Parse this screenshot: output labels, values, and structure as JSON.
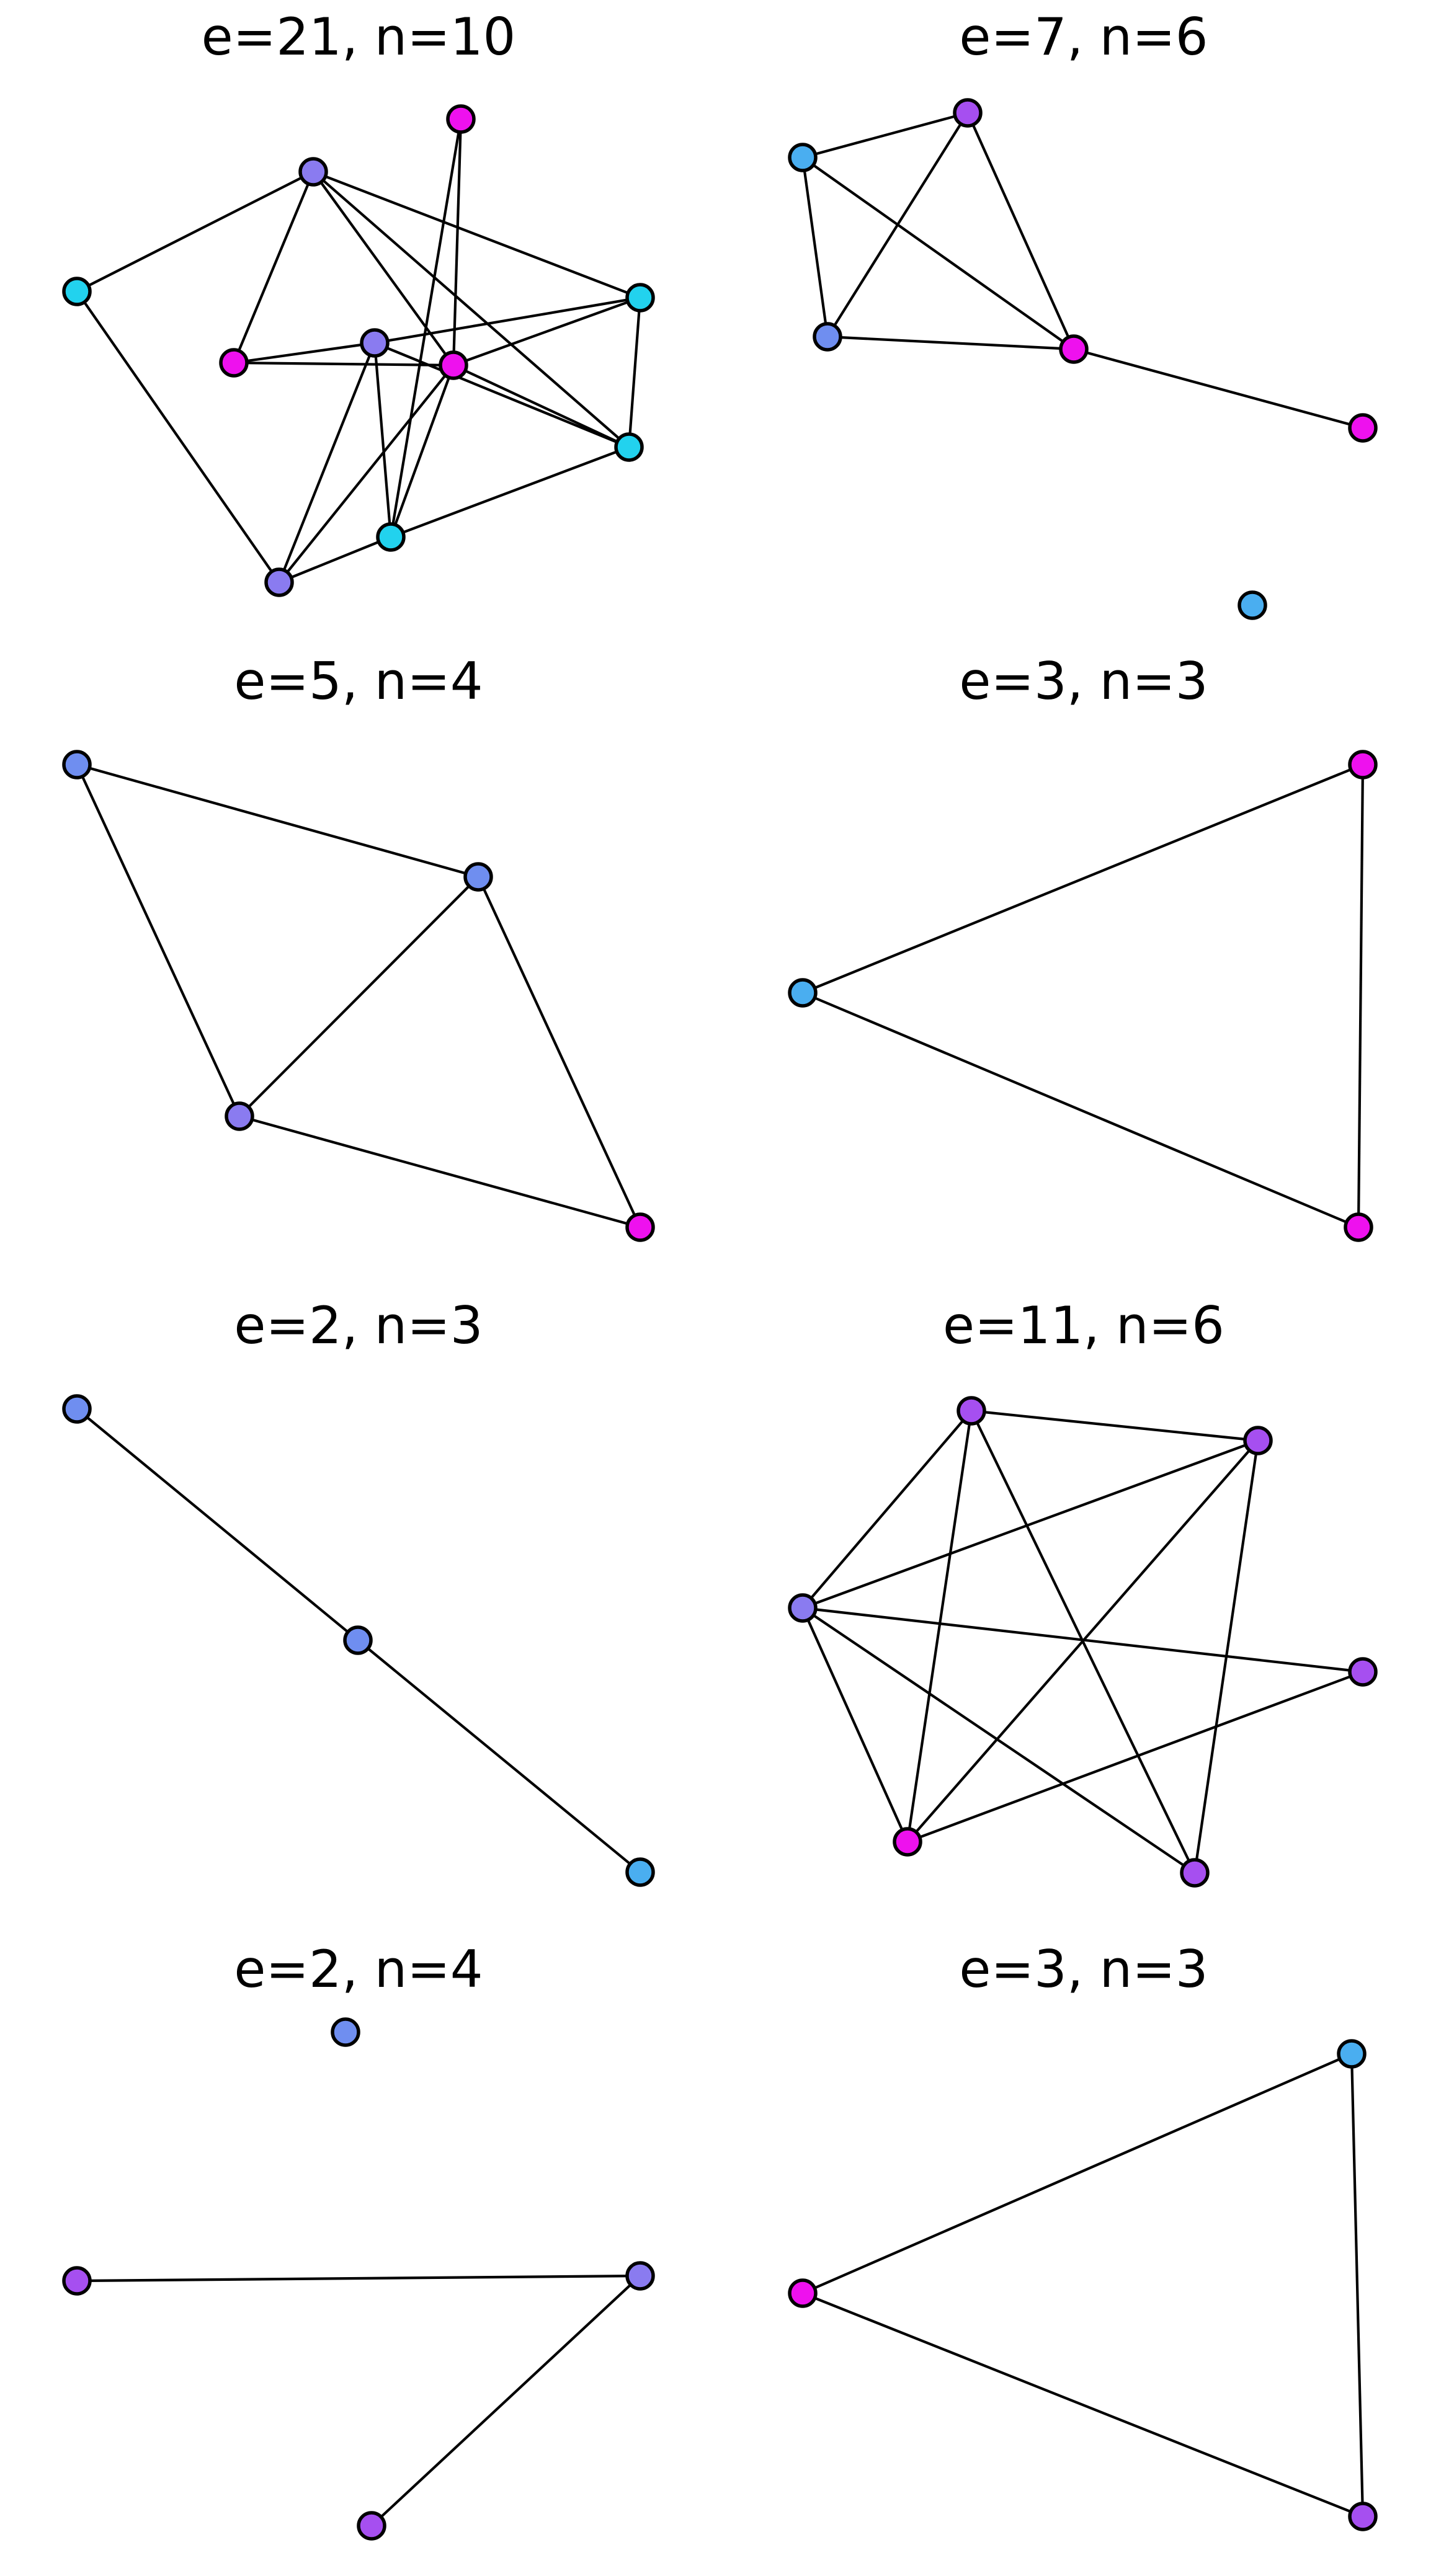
{
  "colors": {
    "edge": "#000000",
    "node_outline": "#000000",
    "magenta": "#ee11ee",
    "violet": "#a64ff0",
    "lavender": "#8a7bf0",
    "periwinkle": "#6f8ef0",
    "sky": "#4aaef0",
    "cyan": "#22d2ee"
  },
  "panels": [
    {
      "title": "e=21, n=10",
      "nodes": [
        {
          "id": "a",
          "color": "magenta"
        },
        {
          "id": "b",
          "color": "lavender"
        },
        {
          "id": "c",
          "color": "cyan"
        },
        {
          "id": "d",
          "color": "cyan"
        },
        {
          "id": "e",
          "color": "magenta"
        },
        {
          "id": "f",
          "color": "lavender"
        },
        {
          "id": "g",
          "color": "magenta"
        },
        {
          "id": "h",
          "color": "cyan"
        },
        {
          "id": "i",
          "color": "cyan"
        },
        {
          "id": "j",
          "color": "lavender"
        }
      ],
      "edges": [
        [
          "b",
          "c"
        ],
        [
          "b",
          "e"
        ],
        [
          "b",
          "g"
        ],
        [
          "b",
          "d"
        ],
        [
          "b",
          "h"
        ],
        [
          "c",
          "j"
        ],
        [
          "a",
          "g"
        ],
        [
          "a",
          "i"
        ],
        [
          "e",
          "f"
        ],
        [
          "e",
          "g"
        ],
        [
          "f",
          "d"
        ],
        [
          "f",
          "i"
        ],
        [
          "f",
          "j"
        ],
        [
          "f",
          "h"
        ],
        [
          "g",
          "d"
        ],
        [
          "g",
          "h"
        ],
        [
          "g",
          "i"
        ],
        [
          "g",
          "j"
        ],
        [
          "d",
          "h"
        ],
        [
          "h",
          "i"
        ],
        [
          "i",
          "j"
        ]
      ]
    },
    {
      "title": "e=7, n=6",
      "nodes": [
        {
          "id": "a",
          "color": "sky"
        },
        {
          "id": "b",
          "color": "violet"
        },
        {
          "id": "c",
          "color": "periwinkle"
        },
        {
          "id": "d",
          "color": "magenta"
        },
        {
          "id": "e",
          "color": "magenta"
        },
        {
          "id": "f",
          "color": "sky"
        }
      ],
      "edges": [
        [
          "a",
          "b"
        ],
        [
          "a",
          "c"
        ],
        [
          "a",
          "d"
        ],
        [
          "b",
          "c"
        ],
        [
          "b",
          "d"
        ],
        [
          "c",
          "d"
        ],
        [
          "d",
          "e"
        ]
      ]
    },
    {
      "title": "e=5, n=4",
      "nodes": [
        {
          "id": "a",
          "color": "periwinkle"
        },
        {
          "id": "b",
          "color": "periwinkle"
        },
        {
          "id": "c",
          "color": "lavender"
        },
        {
          "id": "d",
          "color": "magenta"
        }
      ],
      "edges": [
        [
          "a",
          "b"
        ],
        [
          "a",
          "c"
        ],
        [
          "b",
          "c"
        ],
        [
          "b",
          "d"
        ],
        [
          "c",
          "d"
        ]
      ]
    },
    {
      "title": "e=3, n=3",
      "nodes": [
        {
          "id": "a",
          "color": "magenta"
        },
        {
          "id": "b",
          "color": "sky"
        },
        {
          "id": "c",
          "color": "magenta"
        }
      ],
      "edges": [
        [
          "a",
          "b"
        ],
        [
          "b",
          "c"
        ],
        [
          "a",
          "c"
        ]
      ]
    },
    {
      "title": "e=2, n=3",
      "nodes": [
        {
          "id": "a",
          "color": "periwinkle"
        },
        {
          "id": "b",
          "color": "periwinkle"
        },
        {
          "id": "c",
          "color": "sky"
        }
      ],
      "edges": [
        [
          "a",
          "b"
        ],
        [
          "b",
          "c"
        ]
      ]
    },
    {
      "title": "e=11, n=6",
      "nodes": [
        {
          "id": "a",
          "color": "violet"
        },
        {
          "id": "b",
          "color": "violet"
        },
        {
          "id": "c",
          "color": "lavender"
        },
        {
          "id": "d",
          "color": "violet"
        },
        {
          "id": "e",
          "color": "magenta"
        },
        {
          "id": "f",
          "color": "violet"
        }
      ],
      "edges": [
        [
          "a",
          "b"
        ],
        [
          "a",
          "c"
        ],
        [
          "a",
          "e"
        ],
        [
          "a",
          "f"
        ],
        [
          "b",
          "c"
        ],
        [
          "b",
          "e"
        ],
        [
          "b",
          "f"
        ],
        [
          "c",
          "d"
        ],
        [
          "c",
          "e"
        ],
        [
          "c",
          "f"
        ],
        [
          "e",
          "d"
        ]
      ]
    },
    {
      "title": "e=2, n=4",
      "nodes": [
        {
          "id": "a",
          "color": "periwinkle"
        },
        {
          "id": "b",
          "color": "violet"
        },
        {
          "id": "c",
          "color": "lavender"
        },
        {
          "id": "d",
          "color": "violet"
        }
      ],
      "edges": [
        [
          "b",
          "c"
        ],
        [
          "c",
          "d"
        ]
      ]
    },
    {
      "title": "e=3, n=3",
      "nodes": [
        {
          "id": "a",
          "color": "sky"
        },
        {
          "id": "b",
          "color": "magenta"
        },
        {
          "id": "c",
          "color": "violet"
        }
      ],
      "edges": [
        [
          "a",
          "b"
        ],
        [
          "b",
          "c"
        ],
        [
          "a",
          "c"
        ]
      ]
    }
  ]
}
